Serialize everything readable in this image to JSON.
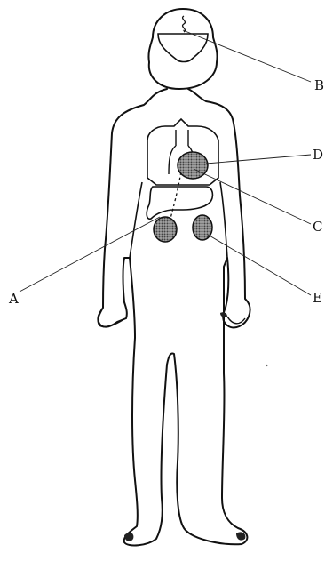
{
  "colors": {
    "ink": "#111111",
    "organ_fill": "#8a8a8a",
    "background": "#ffffff"
  },
  "labels": {
    "a": "A",
    "b": "B",
    "c": "C",
    "d": "D",
    "e": "E"
  }
}
